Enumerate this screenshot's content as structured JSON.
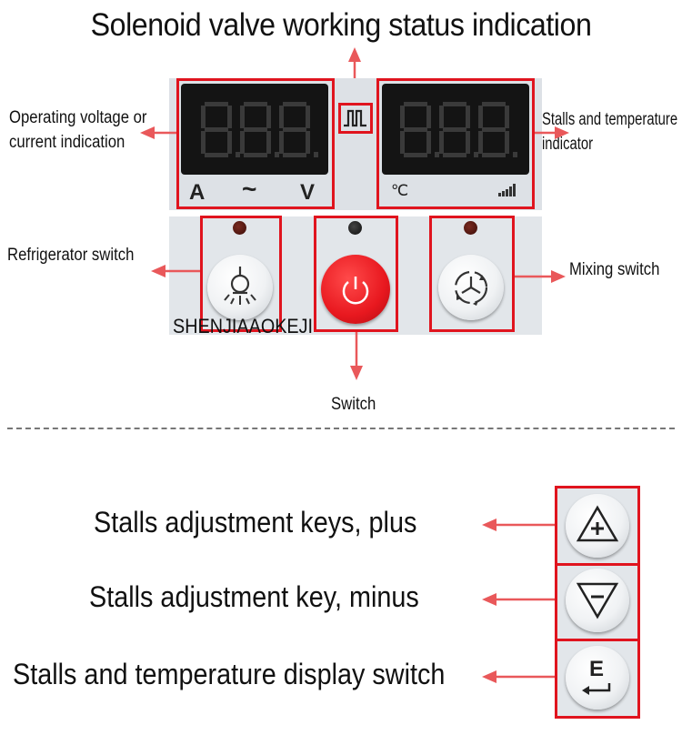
{
  "title": "Solenoid valve working status indication",
  "labels": {
    "voltage_line1": "Operating voltage or",
    "voltage_line2": "current indication",
    "temp_line1": "Stalls and temperature",
    "temp_line2": "indicator",
    "refrigerator": "Refrigerator switch",
    "mixing": "Mixing switch",
    "switch": "Switch",
    "watermark": "SHENJIAAOKEJI"
  },
  "display_left": {
    "digits": "8.8.8.",
    "unit_a": "A",
    "unit_tilde": "~",
    "unit_v": "V"
  },
  "display_right": {
    "digits": "8.8.8.",
    "unit_c": "℃",
    "signal_icon": "signal-bars-icon"
  },
  "keys": {
    "plus": "Stalls adjustment keys, plus",
    "minus": "Stalls adjustment key, minus",
    "display": "Stalls and temperature display switch",
    "display_letter": "E"
  },
  "colors": {
    "highlight": "#e0141e",
    "arrow": "#e9585a",
    "led": "#c0201a",
    "power": "#e8181f",
    "panel": "#dde1e6"
  }
}
